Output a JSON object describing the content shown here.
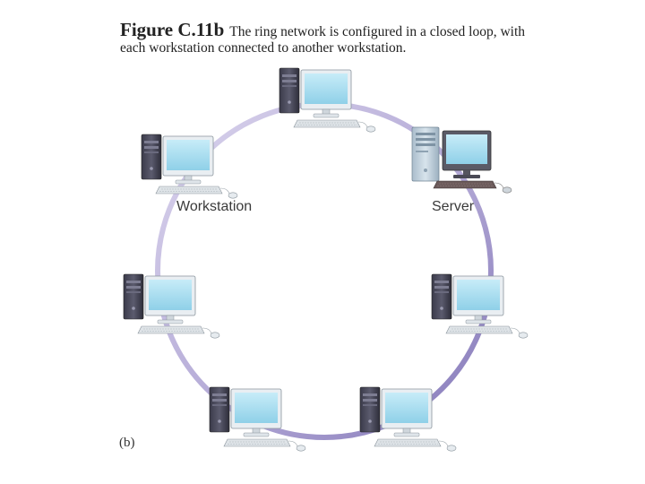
{
  "caption": {
    "figure_label": "Figure C.11b",
    "text": "The ring network is configured in a closed loop, with each workstation connected to another workstation."
  },
  "labels": {
    "workstation": "Workstation",
    "server": "Server",
    "subfigure": "(b)"
  },
  "nodes": [
    {
      "id": "top",
      "type": "workstation"
    },
    {
      "id": "upper-left",
      "type": "workstation"
    },
    {
      "id": "upper-right",
      "type": "server"
    },
    {
      "id": "middle-left",
      "type": "workstation"
    },
    {
      "id": "middle-right",
      "type": "workstation"
    },
    {
      "id": "bottom-left",
      "type": "workstation"
    },
    {
      "id": "bottom-right",
      "type": "workstation"
    }
  ],
  "colors": {
    "ring_light": "#d3cde6",
    "ring_dark": "#8e84bf",
    "screen": "#aee1f2",
    "tower": "#4a4a5a",
    "server_tower": "#c4d3de"
  }
}
